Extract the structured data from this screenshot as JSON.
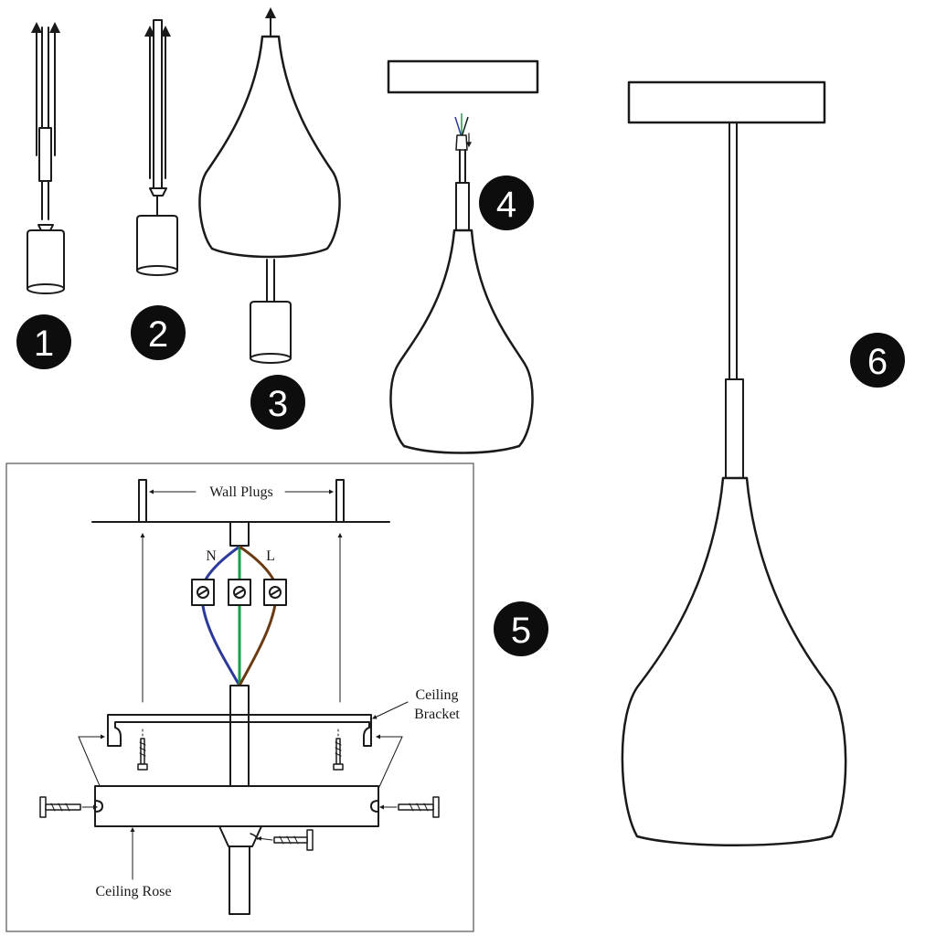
{
  "steps": {
    "one": "1",
    "two": "2",
    "three": "3",
    "four": "4",
    "five": "5",
    "six": "6"
  },
  "wiring_diagram": {
    "wall_plugs": "Wall Plugs",
    "neutral": "N",
    "live": "L",
    "ceiling_bracket_line1": "Ceiling",
    "ceiling_bracket_line2": "Bracket",
    "ceiling_rose": "Ceiling Rose"
  },
  "wire_colors": {
    "neutral": "#2b3a9a",
    "earth": "#17a04a",
    "live": "#6b3a12"
  },
  "icons": [
    "pendant-lamp-icon",
    "cord-grip-icon",
    "screw-icon",
    "terminal-block-icon",
    "arrow-up-icon"
  ]
}
